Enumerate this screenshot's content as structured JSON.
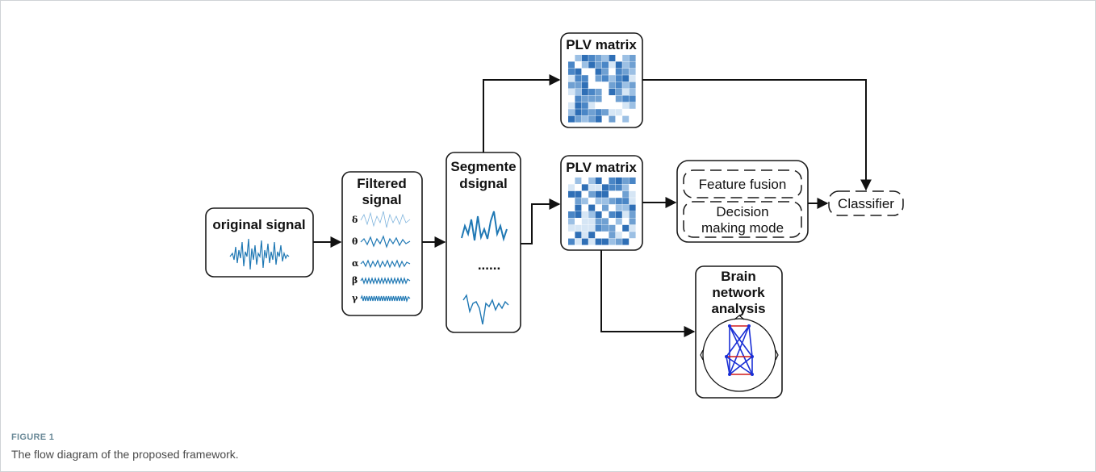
{
  "diagram": {
    "original_signal": "original signal",
    "filtered_signal_line1": "Filtered",
    "filtered_signal_line2": "signal",
    "bands": [
      "δ",
      "θ",
      "α",
      "β",
      "γ"
    ],
    "segmented_line1": "Segmente",
    "segmented_line2": "dsignal",
    "ellipsis": "......",
    "plv_top": "PLV matrix",
    "plv_mid": "PLV matrix",
    "feature_fusion": "Feature fusion",
    "decision_line1": "Decision",
    "decision_line2": "making mode",
    "classifier": "Classifier",
    "brain_line1": "Brain",
    "brain_line2": "network",
    "brain_line3": "analysis"
  },
  "colors": {
    "signal_blue": "#1f78b4",
    "matrix_dark": "#2f6fb6",
    "matrix_light": "#d6e6f5",
    "network_blue": "#1a2fd6",
    "network_red": "#d11a1a"
  },
  "caption": {
    "label": "FIGURE 1",
    "text": "The flow diagram of the proposed framework."
  }
}
